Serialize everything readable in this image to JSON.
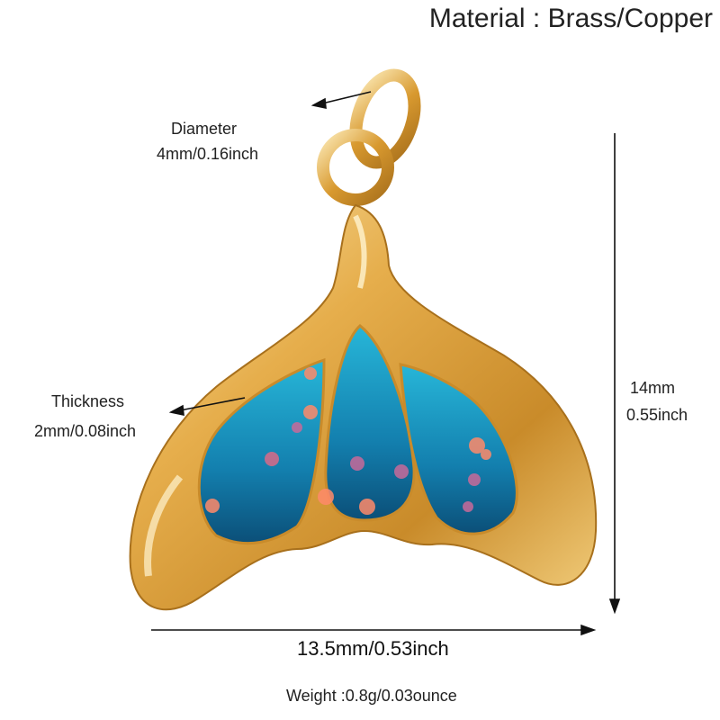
{
  "material": "Material : Brass/Copper",
  "diameter": {
    "label": "Diameter",
    "value": "4mm/0.16inch"
  },
  "thickness": {
    "label": "Thickness",
    "value": "2mm/0.08inch"
  },
  "height": {
    "mm": "14mm",
    "inch": "0.55inch"
  },
  "width": "13.5mm/0.53inch",
  "weight": "Weight :0.8g/0.03ounce",
  "colors": {
    "gold": "#e0a844",
    "gold_light": "#f7dc9a",
    "gold_dark": "#a8701c",
    "enamel": "#1aa0c8",
    "enamel_dark": "#0b4f78",
    "glitter": "#ff8a6a"
  },
  "icons": [
    "arrow-icon",
    "whale-tail-pendant-image"
  ]
}
